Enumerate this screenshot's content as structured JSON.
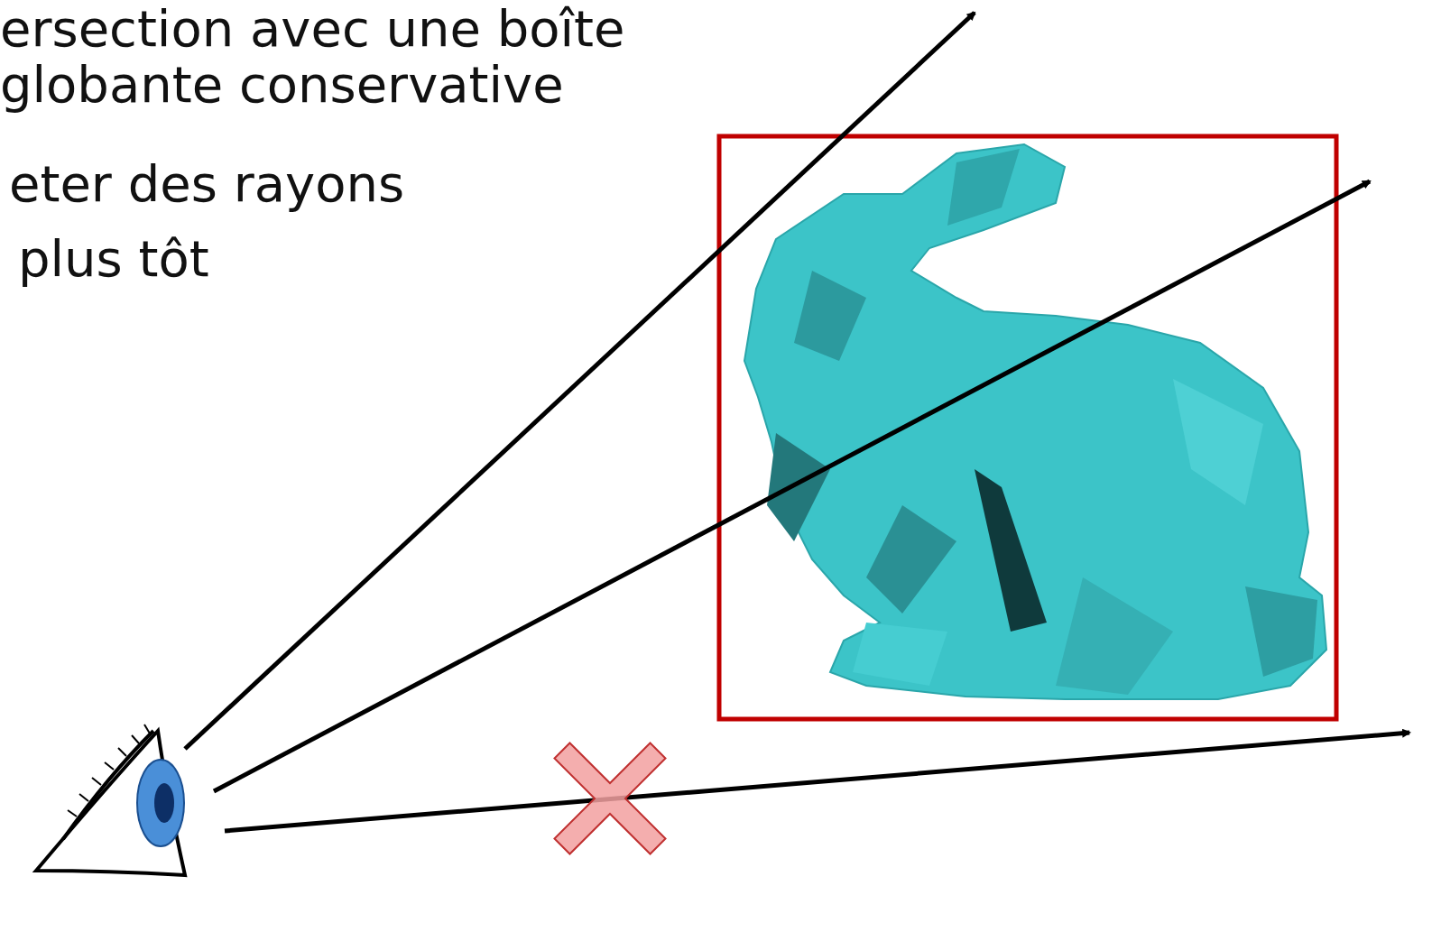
{
  "diagram": {
    "labels": [
      "ersection avec une boîte",
      "globante conservative",
      "eter des rayons",
      "plus tôt"
    ]
  }
}
